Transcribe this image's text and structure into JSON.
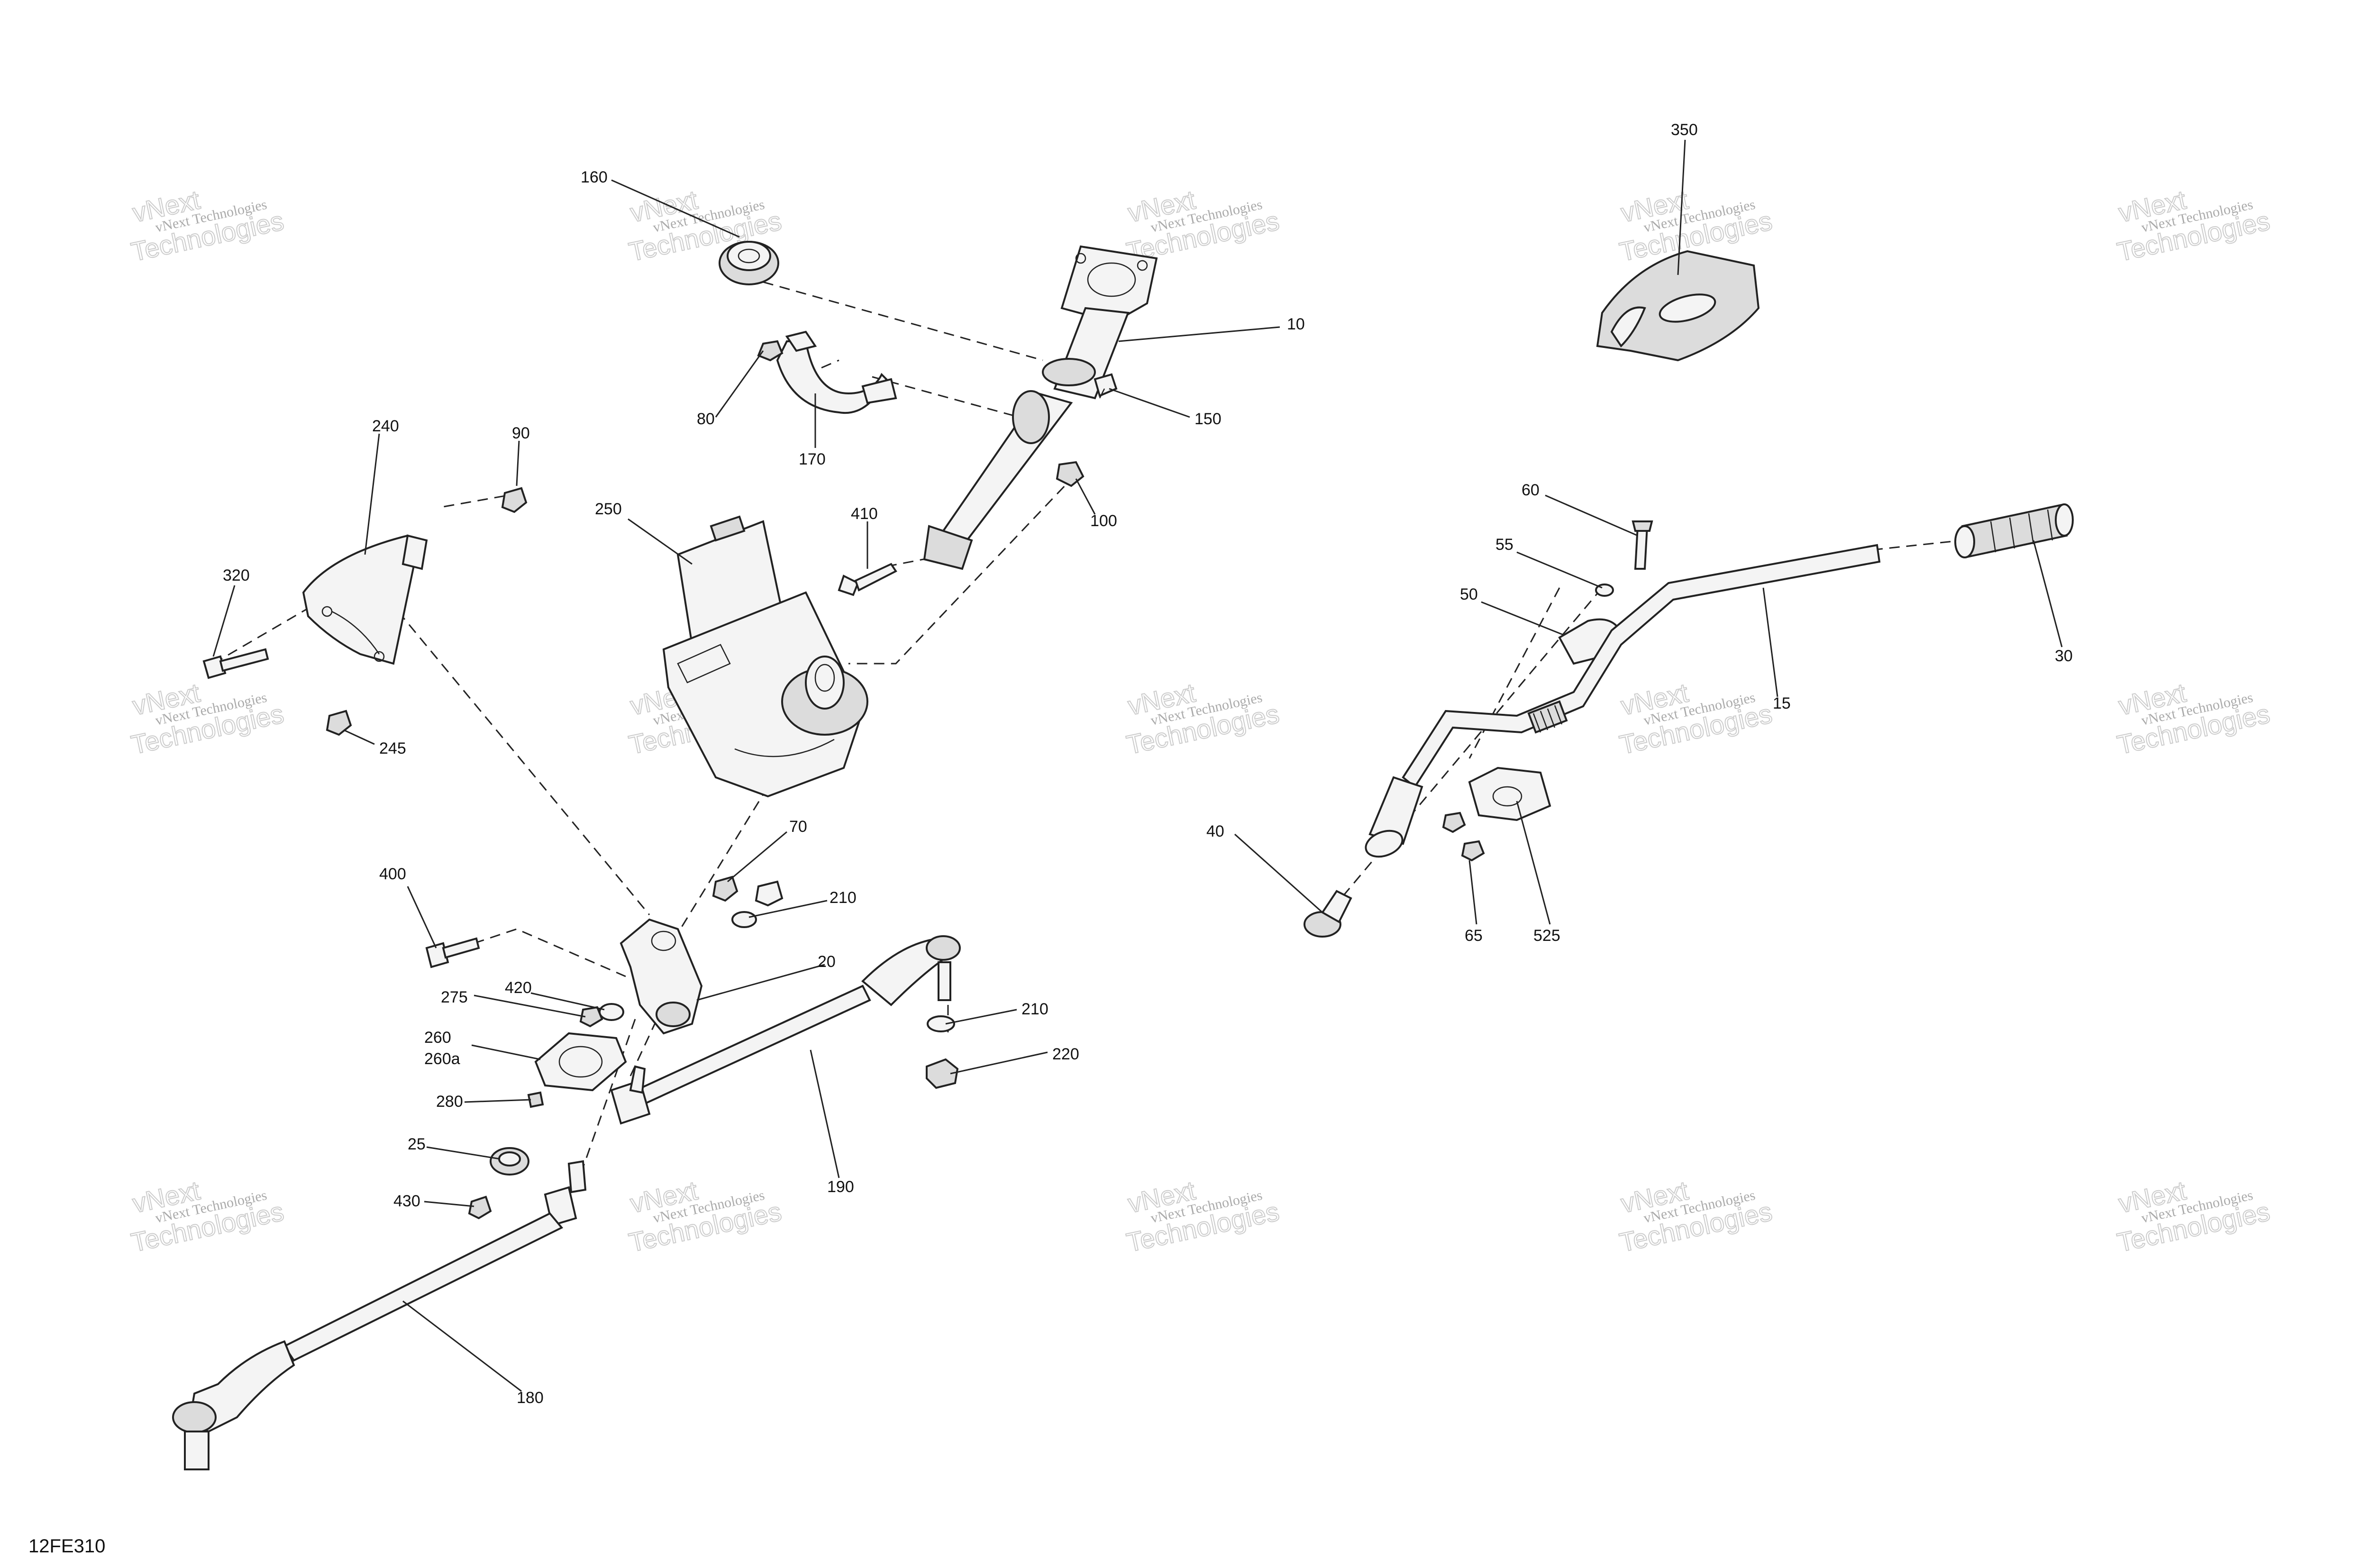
{
  "figure_id": "12FE310",
  "watermark": {
    "line1": "vNext Technologies",
    "line2": "vNext",
    "line3": "Technologies"
  },
  "callouts": {
    "c10": "10",
    "c15": "15",
    "c20": "20",
    "c25": "25",
    "c30": "30",
    "c40": "40",
    "c50": "50",
    "c55": "55",
    "c60": "60",
    "c65": "65",
    "c70": "70",
    "c80": "80",
    "c90": "90",
    "c100": "100",
    "c150": "150",
    "c160": "160",
    "c170": "170",
    "c180": "180",
    "c190": "190",
    "c210a": "210",
    "c210b": "210",
    "c220": "220",
    "c240": "240",
    "c245": "245",
    "c250": "250",
    "c260": "260",
    "c260a": "260a",
    "c275": "275",
    "c280": "280",
    "c320": "320",
    "c350": "350",
    "c400": "400",
    "c410": "410",
    "c420": "420",
    "c430": "430",
    "c525": "525"
  }
}
